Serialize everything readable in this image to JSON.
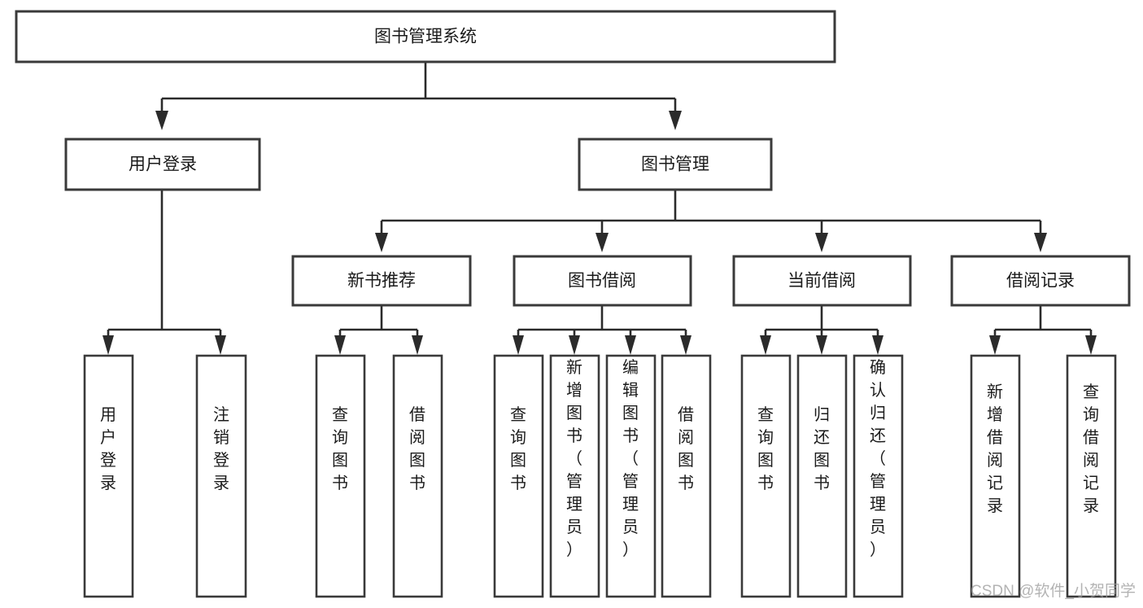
{
  "diagram": {
    "type": "tree",
    "title": "图书管理系统",
    "watermark": "CSDN @软件_小贺同学",
    "colors": {
      "box_stroke": "#3a3a3a",
      "connector": "#2b2b2b",
      "background": "#ffffff",
      "text": "#1b1b1b",
      "watermark": "#9a9a9a"
    },
    "nodes": {
      "root": {
        "label": "图书管理系统",
        "level": 1,
        "orientation": "horizontal"
      },
      "l2": [
        {
          "id": "user-login",
          "label": "用户登录",
          "level": 2,
          "orientation": "horizontal"
        },
        {
          "id": "book-manage",
          "label": "图书管理",
          "level": 2,
          "orientation": "horizontal"
        }
      ],
      "l3": [
        {
          "id": "new-book-rec",
          "label": "新书推荐",
          "level": 3,
          "orientation": "horizontal",
          "parent": "book-manage"
        },
        {
          "id": "book-borrow",
          "label": "图书借阅",
          "level": 3,
          "orientation": "horizontal",
          "parent": "book-manage"
        },
        {
          "id": "current-borrow",
          "label": "当前借阅",
          "level": 3,
          "orientation": "horizontal",
          "parent": "book-manage"
        },
        {
          "id": "borrow-record",
          "label": "借阅记录",
          "level": 3,
          "orientation": "horizontal",
          "parent": "book-manage"
        }
      ],
      "leaves": [
        {
          "id": "leaf-user-login",
          "label": "用户登录",
          "parent": "user-login",
          "orientation": "vertical"
        },
        {
          "id": "leaf-logout",
          "label": "注销登录",
          "parent": "user-login",
          "orientation": "vertical"
        },
        {
          "id": "leaf-query-book-1",
          "label": "查询图书",
          "parent": "new-book-rec",
          "orientation": "vertical"
        },
        {
          "id": "leaf-borrow-book-1",
          "label": "借阅图书",
          "parent": "new-book-rec",
          "orientation": "vertical"
        },
        {
          "id": "leaf-query-book-2",
          "label": "查询图书",
          "parent": "book-borrow",
          "orientation": "vertical"
        },
        {
          "id": "leaf-add-book",
          "label": "新增图书（管理员）",
          "parent": "book-borrow",
          "orientation": "vertical"
        },
        {
          "id": "leaf-edit-book",
          "label": "编辑图书（管理员）",
          "parent": "book-borrow",
          "orientation": "vertical"
        },
        {
          "id": "leaf-borrow-book-2",
          "label": "借阅图书",
          "parent": "book-borrow",
          "orientation": "vertical"
        },
        {
          "id": "leaf-query-book-3",
          "label": "查询图书",
          "parent": "current-borrow",
          "orientation": "vertical"
        },
        {
          "id": "leaf-return-book",
          "label": "归还图书",
          "parent": "current-borrow",
          "orientation": "vertical"
        },
        {
          "id": "leaf-confirm-return",
          "label": "确认归还（管理员）",
          "parent": "current-borrow",
          "orientation": "vertical"
        },
        {
          "id": "leaf-add-record",
          "label": "新增借阅记录",
          "parent": "borrow-record",
          "orientation": "vertical"
        },
        {
          "id": "leaf-query-record",
          "label": "查询借阅记录",
          "parent": "borrow-record",
          "orientation": "vertical"
        }
      ]
    }
  }
}
